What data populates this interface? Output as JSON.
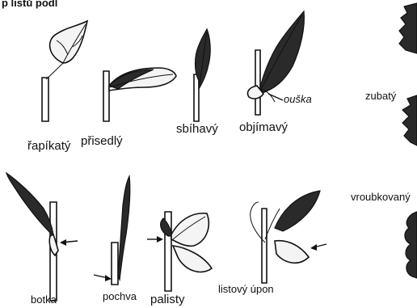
{
  "header": {
    "text": "p listů podl"
  },
  "labels": {
    "rapikaty": "řapíkatý",
    "prisedly": "přisedlý",
    "sbihavy": "sbíhavý",
    "objimavy": "objímavý",
    "ouska": "ouška",
    "zubaty": "zubatý",
    "vroubkovany": "vroubkovaný",
    "botka": "botka",
    "pochva": "pochva",
    "palisty": "palisty",
    "listovy_upon": "listový úpon"
  },
  "colors": {
    "ink": "#111111",
    "paper": "#ffffff"
  }
}
